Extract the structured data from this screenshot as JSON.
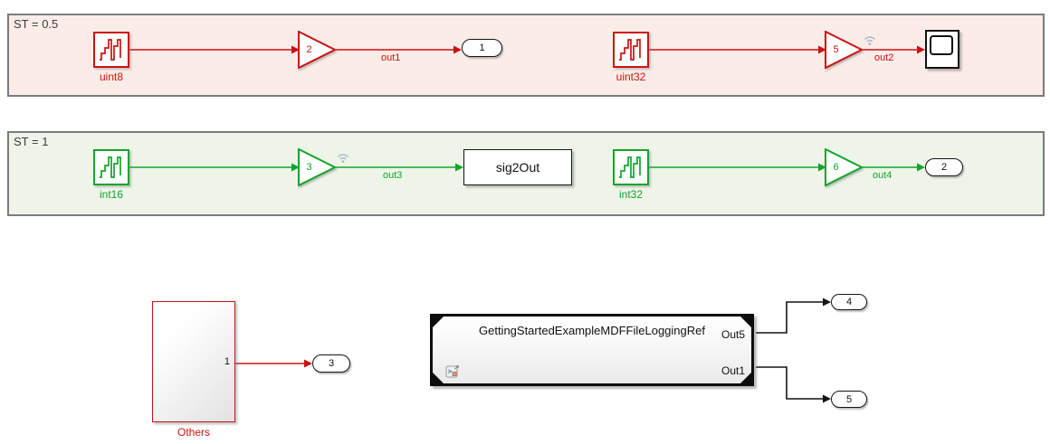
{
  "colors": {
    "red": "#cc1212",
    "red_region_bg": "#fbece8",
    "green": "#12a52c",
    "green_region_bg": "#eef5e8",
    "region_border": "#7b7b7b",
    "block_border_black": "#141414",
    "logging_badge_blue": "#a5bdd3"
  },
  "region_red": {
    "label": "ST = 0.5"
  },
  "region_green": {
    "label": "ST = 1"
  },
  "sources": {
    "uint8": {
      "label": "uint8"
    },
    "uint32": {
      "label": "uint32"
    },
    "int16": {
      "label": "int16"
    },
    "int32": {
      "label": "int32"
    }
  },
  "gains": {
    "g2": {
      "value": "2"
    },
    "g5": {
      "value": "5"
    },
    "g3": {
      "value": "3"
    },
    "g6": {
      "value": "6"
    }
  },
  "signals": {
    "out1": {
      "label": "out1"
    },
    "out2": {
      "label": "out2"
    },
    "out3": {
      "label": "out3"
    },
    "out4": {
      "label": "out4"
    }
  },
  "outports": {
    "p1": {
      "label": "1"
    },
    "p2": {
      "label": "2"
    },
    "p3": {
      "label": "3"
    },
    "p4": {
      "label": "4"
    },
    "p5": {
      "label": "5"
    }
  },
  "blocks": {
    "sig2out": {
      "label": "sig2Out"
    },
    "others": {
      "label": "Others",
      "output_port_label": "1"
    },
    "modelref": {
      "title": "GettingStartedExampleMDFFileLoggingRef",
      "out_top": "Out5",
      "out_bottom": "Out1"
    }
  },
  "icons": {
    "source_waveform": "stair-step-waveform-icon",
    "scope": "scope-screen-icon",
    "logging_badge": "signal-logging-wifi-icon",
    "modelref_badge": "model-reference-badge-icon"
  }
}
